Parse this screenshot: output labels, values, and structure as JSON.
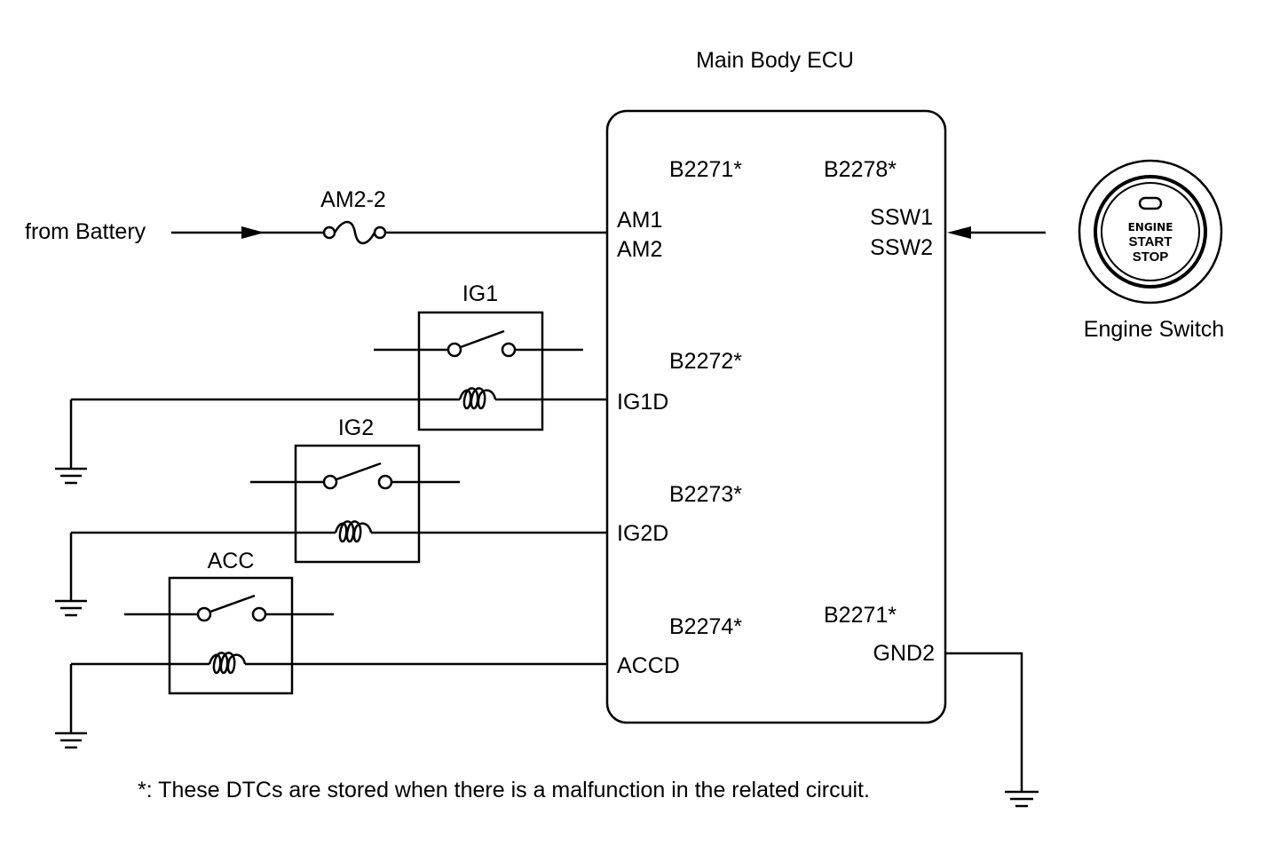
{
  "title": "Main Body ECU",
  "battery_label": "from Battery",
  "fuse_label": "AM2-2",
  "relays": {
    "ig1": "IG1",
    "ig2": "IG2",
    "acc": "ACC"
  },
  "ecu_pins": {
    "am1": "AM1",
    "am2": "AM2",
    "ig1d": "IG1D",
    "ig2d": "IG2D",
    "accd": "ACCD",
    "ssw1": "SSW1",
    "ssw2": "SSW2",
    "gnd2": "GND2"
  },
  "dtc_codes": {
    "am": "B2271*",
    "ssw": "B2278*",
    "ig1": "B2272*",
    "ig2": "B2273*",
    "acc": "B2274*",
    "gnd": "B2271*"
  },
  "engine_switch": {
    "label": "Engine Switch",
    "line1": "ENGINE",
    "line2": "START",
    "line3": "STOP"
  },
  "footnote": "*: These DTCs are stored when there is a malfunction in the related circuit."
}
